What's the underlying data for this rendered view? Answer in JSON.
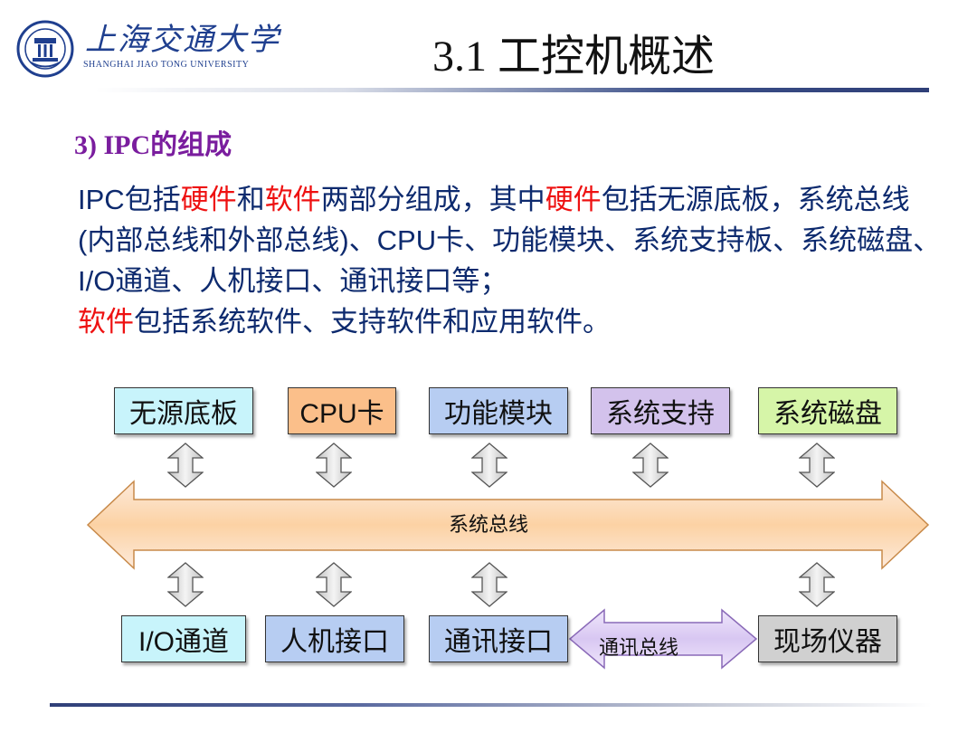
{
  "header": {
    "logo_cn": "上海交通大学",
    "logo_en": "SHANGHAI JIAO TONG UNIVERSITY",
    "title": "3.1 工控机概述"
  },
  "section": {
    "heading": "3) IPC的组成"
  },
  "body": {
    "seg1": "IPC包括",
    "seg2": "硬件",
    "seg3": "和",
    "seg4": "软件",
    "seg5": "两部分组成，其中",
    "seg6": "硬件",
    "seg7": "包括无源底板，系统总线(内部总线和外部总线)、CPU卡、功能模块、系统支持板、系统磁盘、I/O通道、人机接口、通讯接口等；",
    "seg8": "软件",
    "seg9": "包括系统软件、支持软件和应用软件。"
  },
  "diagram": {
    "top_boxes": [
      {
        "label": "无源底板",
        "color": "#c8f4fb"
      },
      {
        "label": "CPU卡",
        "color": "#fbbf8a"
      },
      {
        "label": "功能模块",
        "color": "#b7cdf2"
      },
      {
        "label": "系统支持",
        "color": "#d3c2ec"
      },
      {
        "label": "系统磁盘",
        "color": "#d6f5a8"
      }
    ],
    "bottom_boxes": [
      {
        "label": "I/O通道",
        "color": "#c8f4fb"
      },
      {
        "label": "人机接口",
        "color": "#b7cdf2"
      },
      {
        "label": "通讯接口",
        "color": "#b7cdf2"
      },
      {
        "label": "现场仪器",
        "color": "#d0d0d0"
      }
    ],
    "bus_label": "系统总线",
    "comm_bus_label": "通讯总线",
    "bus_color": "#fcd9b0",
    "comm_bus_color": "#e0d2f5"
  }
}
